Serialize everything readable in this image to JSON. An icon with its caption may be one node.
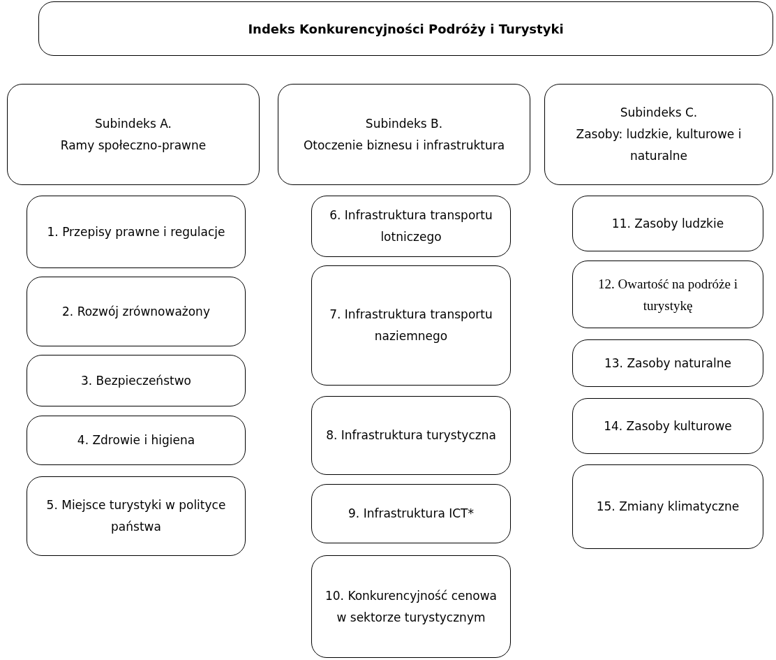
{
  "diagram": {
    "nodes": [
      {
        "text": [
          "Indeks Konkurencyjności Podróży i Turystyki"
        ]
      },
      {
        "text": [
          "Subindeks A.",
          "Ramy społeczno-prawne"
        ]
      },
      {
        "text": [
          "Subindeks B.",
          "Otoczenie biznesu i infrastruktura"
        ]
      },
      {
        "text": [
          "Subindeks C.",
          "Zasoby: ludzkie, kulturowe i naturalne"
        ]
      },
      {
        "text": [
          "1. Przepisy prawne i regulacje"
        ]
      },
      {
        "text": [
          "2. Rozwój zrównoważony"
        ]
      },
      {
        "text": [
          "3. Bezpieczeństwo"
        ]
      },
      {
        "text": [
          "4. Zdrowie i higiena"
        ]
      },
      {
        "text": [
          "5. Miejsce turystyki w polityce państwa"
        ]
      },
      {
        "text": [
          "6. Infrastruktura transportu lotniczego"
        ]
      },
      {
        "text": [
          "7. Infrastruktura transportu naziemnego"
        ]
      },
      {
        "text": [
          "8. Infrastruktura turystyczna"
        ]
      },
      {
        "text": [
          "9. Infrastruktura ICT*"
        ]
      },
      {
        "text": [
          "10. Konkurencyjność cenowa w sektorze turystycznym"
        ]
      },
      {
        "text": [
          "11. Zasoby ludzkie"
        ]
      },
      {
        "text": [
          "12. Owartość na podróże i turystykę"
        ]
      },
      {
        "text": [
          "13. Zasoby naturalne"
        ]
      },
      {
        "text": [
          "14. Zasoby kulturowe"
        ]
      },
      {
        "text": [
          "15. Zmiany klimatyczne"
        ]
      }
    ],
    "edges": []
  }
}
